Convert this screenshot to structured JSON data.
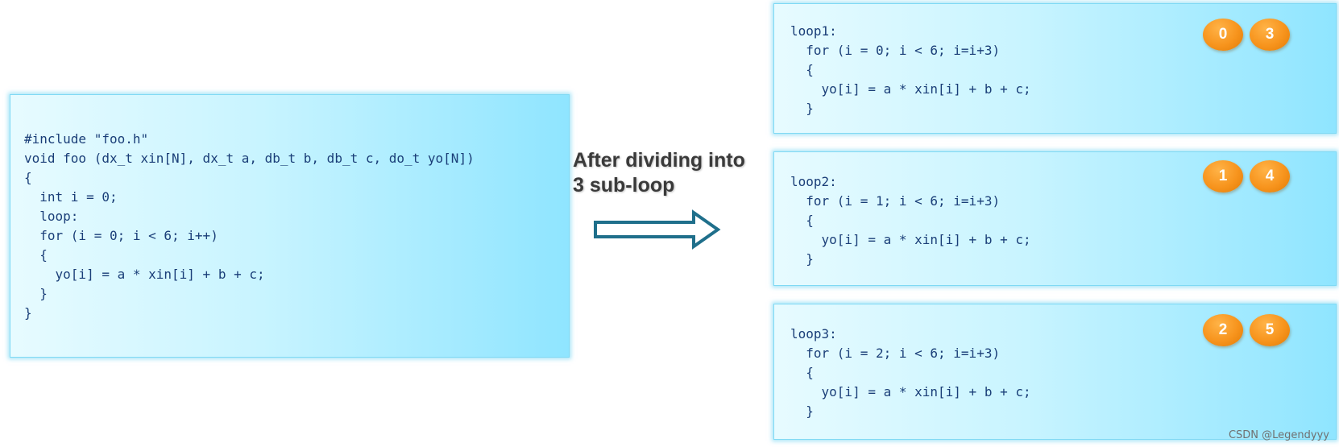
{
  "main_code": {
    "lines": [
      "#include \"foo.h\"",
      "void foo (dx_t xin[N], dx_t a, db_t b, db_t c, do_t yo[N])",
      "{",
      "  int i = 0;",
      "  loop:",
      "  for (i = 0; i < 6; i++)",
      "  {",
      "    yo[i] = a * xin[i] + b + c;",
      "  }",
      "}"
    ]
  },
  "arrow": {
    "label_line1": "After dividing into",
    "label_line2": "3 sub-loop",
    "color": "#1f6f8b"
  },
  "sub_loops": [
    {
      "lines": [
        "loop1:",
        "  for (i = 0; i < 6; i=i+3)",
        "  {",
        "    yo[i] = a * xin[i] + b + c;",
        "  }"
      ],
      "badges": [
        "0",
        "3"
      ]
    },
    {
      "lines": [
        "loop2:",
        "  for (i = 1; i < 6; i=i+3)",
        "  {",
        "    yo[i] = a * xin[i] + b + c;",
        "  }"
      ],
      "badges": [
        "1",
        "4"
      ]
    },
    {
      "lines": [
        "loop3:",
        "  for (i = 2; i < 6; i=i+3)",
        "  {",
        "    yo[i] = a * xin[i] + b + c;",
        "  }"
      ],
      "badges": [
        "2",
        "5"
      ]
    }
  ],
  "colors": {
    "code_text": "#1a3e78",
    "badge": "#f7941d",
    "box_border": "#7fd9f4"
  },
  "watermark": "CSDN @Legendyyy"
}
